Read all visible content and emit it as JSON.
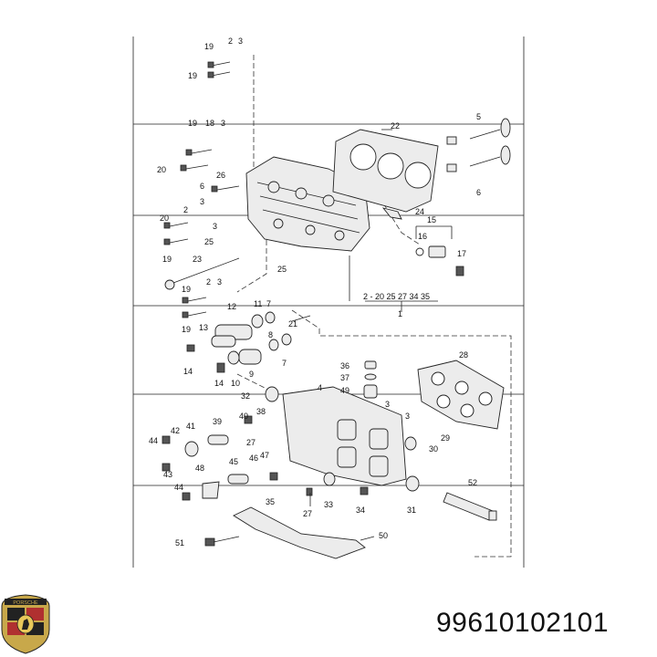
{
  "part_number": "99610102101",
  "logo": {
    "name": "porsche-crest",
    "lettering": "PORSCHE"
  },
  "assembly_note": "2 - 20 25 27 34 35",
  "callouts": {
    "c19a": "19",
    "c2a": "2",
    "c3a": "3",
    "c19b": "19",
    "c19c": "19",
    "c18": "18",
    "c3b": "3",
    "c20a": "20",
    "c26": "26",
    "c6a": "6",
    "c3c": "3",
    "c22": "22",
    "c5": "5",
    "c6b": "6",
    "c24": "24",
    "c20b": "20",
    "c2b": "2",
    "c3d": "3",
    "c25a": "25",
    "c19d": "19",
    "c15": "15",
    "c16": "16",
    "c17": "17",
    "c23": "23",
    "c25b": "25",
    "c19e": "19",
    "c2c": "2",
    "c3e": "3",
    "c19f": "19",
    "c12": "12",
    "c11": "11",
    "c7a": "7",
    "c21": "21",
    "c13": "13",
    "c8": "8",
    "c7b": "7",
    "c14a": "14",
    "c14b": "14",
    "c10": "10",
    "c9": "9",
    "c1": "1",
    "c36": "36",
    "c37": "37",
    "c49": "49",
    "c28": "28",
    "c32": "32",
    "c4": "4",
    "c40": "40",
    "c38": "38",
    "c42": "42",
    "c41": "41",
    "c39": "39",
    "c27a": "27",
    "c3f": "3",
    "c3g": "3",
    "c44a": "44",
    "c29": "29",
    "c30": "30",
    "c46": "46",
    "c47": "47",
    "c48": "48",
    "c45": "45",
    "c43": "43",
    "c44b": "44",
    "c35": "35",
    "c27b": "27",
    "c33": "33",
    "c34": "34",
    "c31": "31",
    "c52": "52",
    "c51": "51",
    "c50": "50"
  }
}
